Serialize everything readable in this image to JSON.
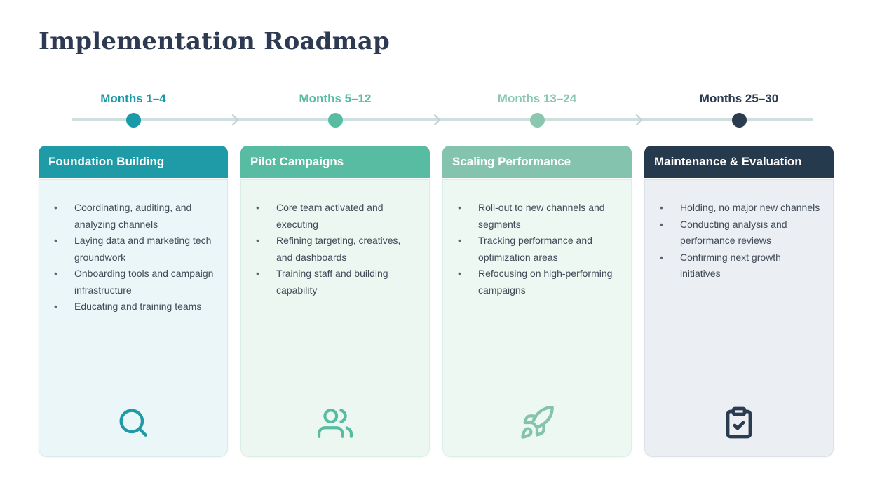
{
  "page": {
    "title": "Implementation Roadmap",
    "title_color": "#2D3A52",
    "background_color": "#FFFFFF"
  },
  "timeline": {
    "line_color": "#CFDFDE",
    "arrow_color": "#C5D0D0",
    "milestones": [
      {
        "label": "Months 1–4",
        "color": "#1A9AA8"
      },
      {
        "label": "Months 5–12",
        "color": "#57BCA2"
      },
      {
        "label": "Months 13–24",
        "color": "#8BC7B0"
      },
      {
        "label": "Months 25–30",
        "color": "#2B3B50"
      }
    ]
  },
  "cards": [
    {
      "title": "Foundation Building",
      "header_color": "#1F9BA7",
      "body_color": "#EBF6F8",
      "border_color": "#D8EAEC",
      "accent_color": "#1F9BA7",
      "icon": "search-icon",
      "bullets": [
        "Coordinating, auditing, and analyzing channels",
        "Laying data and marketing tech groundwork",
        "Onboarding tools and campaign infrastructure",
        "Educating and training teams"
      ]
    },
    {
      "title": "Pilot Campaigns",
      "header_color": "#57BCA2",
      "body_color": "#EDF7F2",
      "border_color": "#DBEEE5",
      "accent_color": "#57BCA2",
      "icon": "users-icon",
      "bullets": [
        "Core team activated and executing",
        "Refining targeting, creatives, and dashboards",
        "Training staff and building capability"
      ]
    },
    {
      "title": "Scaling Performance",
      "header_color": "#84C4AE",
      "body_color": "#EEF8F3",
      "border_color": "#DCEFE6",
      "accent_color": "#84C4AE",
      "icon": "rocket-icon",
      "bullets": [
        "Roll-out to new channels and segments",
        "Tracking performance and optimization areas",
        "Refocusing on high-performing campaigns"
      ]
    },
    {
      "title": "Maintenance & Evaluation",
      "header_color": "#263A4E",
      "body_color": "#EBEFF3",
      "border_color": "#DCE2E8",
      "accent_color": "#2B3B50",
      "icon": "clipboard-check-icon",
      "bullets": [
        "Holding, no major new channels",
        "Conducting analysis and performance reviews",
        "Confirming next growth initiatives"
      ]
    }
  ]
}
